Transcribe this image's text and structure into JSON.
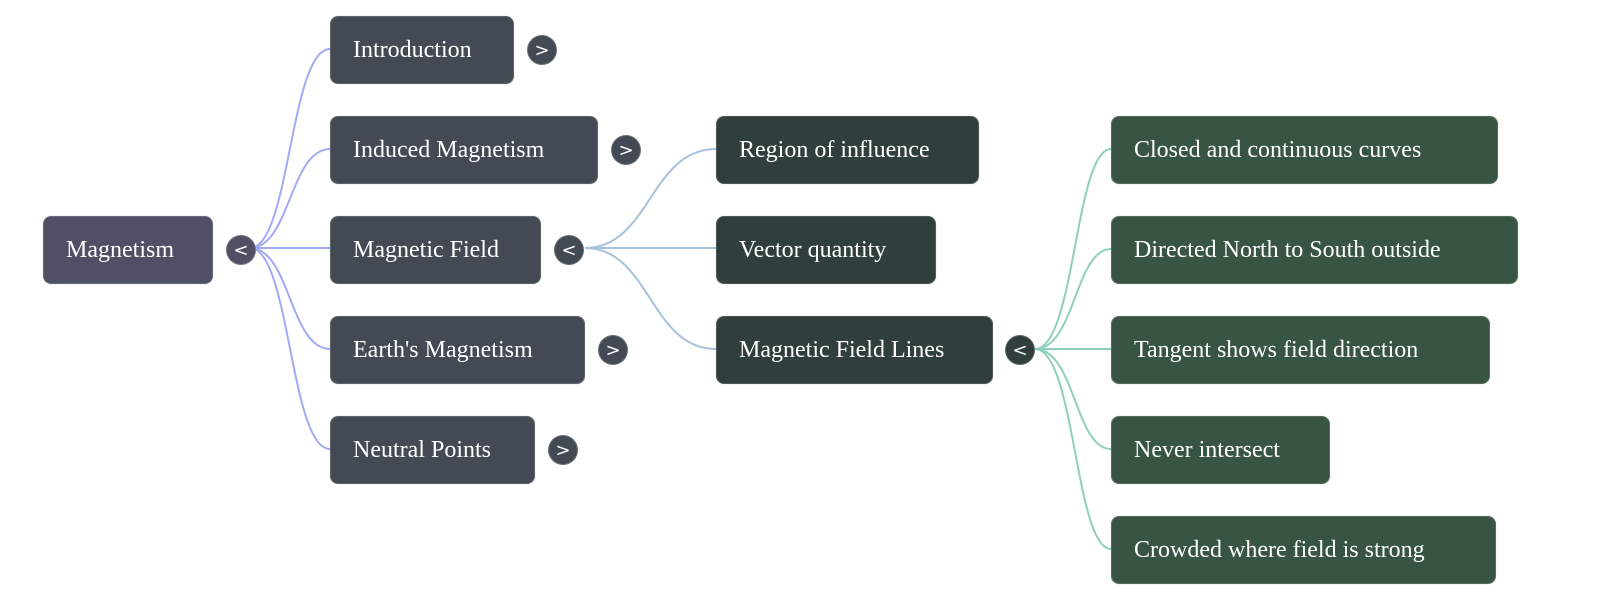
{
  "mindmap": {
    "root": {
      "id": "magnetism",
      "label": "Magnetism",
      "toggle": "<",
      "toggle_state": "expanded",
      "children": [
        {
          "id": "introduction",
          "label": "Introduction",
          "toggle": ">",
          "toggle_state": "collapsed"
        },
        {
          "id": "induced-magnetism",
          "label": "Induced Magnetism",
          "toggle": ">",
          "toggle_state": "collapsed"
        },
        {
          "id": "magnetic-field",
          "label": "Magnetic Field",
          "toggle": "<",
          "toggle_state": "expanded",
          "children": [
            {
              "id": "region-of-influence",
              "label": "Region of influence"
            },
            {
              "id": "vector-quantity",
              "label": "Vector quantity"
            },
            {
              "id": "magnetic-field-lines",
              "label": "Magnetic Field Lines",
              "toggle": "<",
              "toggle_state": "expanded",
              "children": [
                {
                  "id": "closed-curves",
                  "label": "Closed and continuous curves"
                },
                {
                  "id": "north-to-south",
                  "label": "Directed North to South outside"
                },
                {
                  "id": "tangent-direction",
                  "label": "Tangent shows field direction"
                },
                {
                  "id": "never-intersect",
                  "label": "Never intersect"
                },
                {
                  "id": "crowded-strong",
                  "label": "Crowded where field is strong"
                }
              ]
            }
          ]
        },
        {
          "id": "earths-magnetism",
          "label": "Earth's Magnetism",
          "toggle": ">",
          "toggle_state": "collapsed"
        },
        {
          "id": "neutral-points",
          "label": "Neutral Points",
          "toggle": ">",
          "toggle_state": "collapsed"
        }
      ]
    },
    "colors": {
      "level0_node": "#4f5066",
      "level1_node": "#434a54",
      "level2_node": "#313f3c",
      "level3_node": "#385443",
      "level0_edge": "#a3aaf4",
      "level1_edge": "#a8c1dc",
      "level2_edge": "#8fcfbd",
      "text": "#ffffff"
    }
  }
}
